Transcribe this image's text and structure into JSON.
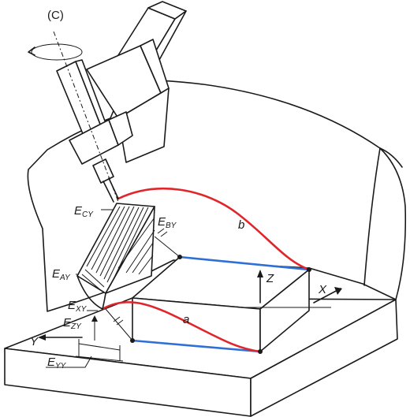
{
  "diagram": {
    "rotation_axis_label": "(C)",
    "error_labels": {
      "ecy": {
        "main": "E",
        "sub": "CY"
      },
      "eby": {
        "main": "E",
        "sub": "BY"
      },
      "eay": {
        "main": "E",
        "sub": "AY"
      },
      "exy": {
        "main": "E",
        "sub": "XY"
      },
      "ezy": {
        "main": "E",
        "sub": "ZY"
      },
      "eyy": {
        "main": "E",
        "sub": "YY"
      }
    },
    "curve_labels": {
      "upper": "b",
      "lower": "a"
    },
    "axes": {
      "x": "X",
      "y": "Y",
      "z": "Z"
    },
    "colors": {
      "path": "#e0262b",
      "reference_line": "#2f6fd6",
      "line": "#1a1a1a"
    }
  }
}
